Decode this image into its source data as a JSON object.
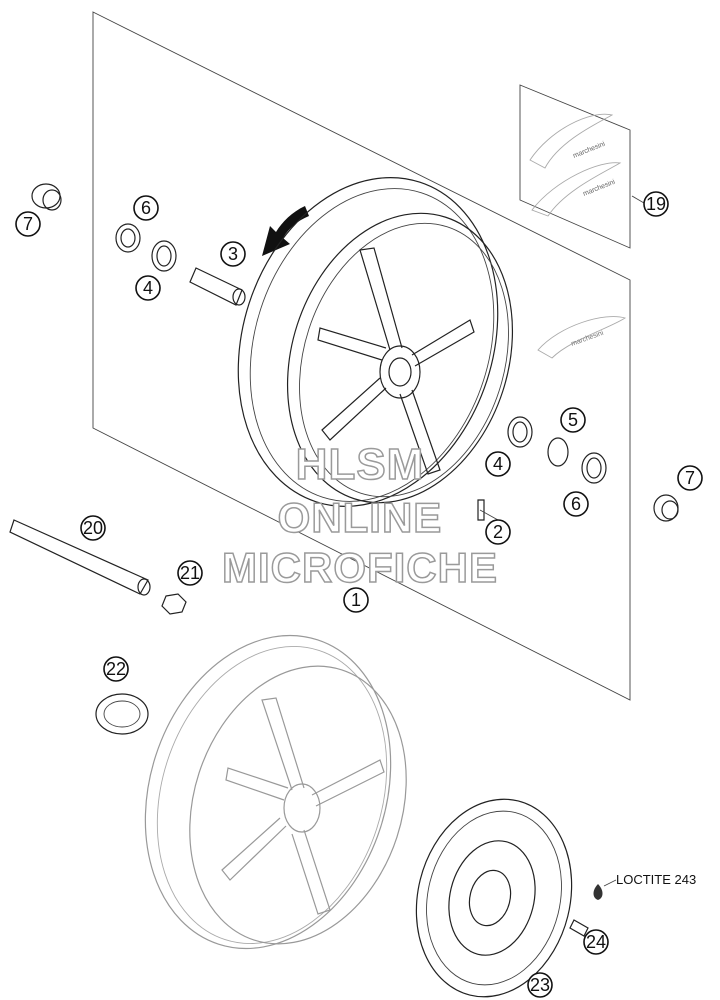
{
  "callouts": [
    {
      "id": "1",
      "label": "1"
    },
    {
      "id": "2",
      "label": "2"
    },
    {
      "id": "3",
      "label": "3"
    },
    {
      "id": "4a",
      "label": "4"
    },
    {
      "id": "4b",
      "label": "4"
    },
    {
      "id": "5",
      "label": "5"
    },
    {
      "id": "6a",
      "label": "6"
    },
    {
      "id": "6b",
      "label": "6"
    },
    {
      "id": "7a",
      "label": "7"
    },
    {
      "id": "7b",
      "label": "7"
    },
    {
      "id": "19",
      "label": "19"
    },
    {
      "id": "20",
      "label": "20"
    },
    {
      "id": "21",
      "label": "21"
    },
    {
      "id": "22",
      "label": "22"
    },
    {
      "id": "23",
      "label": "23"
    },
    {
      "id": "24",
      "label": "24"
    }
  ],
  "watermark": {
    "line1": "HLSM",
    "line2": "ONLINE",
    "line3": "MICROFICHE"
  },
  "note": "LOCTITE 243",
  "decal_text": "marchesini"
}
